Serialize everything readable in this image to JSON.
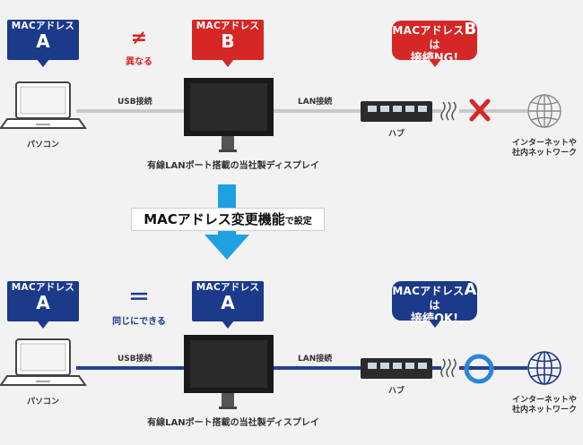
{
  "top": {
    "bubble_pc": {
      "line1": "MACアドレス",
      "line2": "A"
    },
    "neq_symbol": "≠",
    "neq_text": "異なる",
    "bubble_display": {
      "line1": "MACアドレス",
      "line2": "B"
    },
    "bubble_network": {
      "line1a": "MACアドレス",
      "line1b": "B",
      "line1c": "は",
      "line2": "接続NG!"
    },
    "usb_label": "USB接続",
    "lan_label": "LAN接続",
    "pc_label": "パソコン",
    "hub_label": "ハブ",
    "net_label_1": "インターネットや",
    "net_label_2": "社内ネットワーク",
    "display_caption": "有線LANポート搭載の当社製ディスプレイ"
  },
  "middle": {
    "label_main": "MACアドレス変更機能",
    "label_small": "で設定"
  },
  "bottom": {
    "bubble_pc": {
      "line1": "MACアドレス",
      "line2": "A"
    },
    "eq_symbol": "＝",
    "eq_text": "同じにできる",
    "bubble_display": {
      "line1": "MACアドレス",
      "line2": "A"
    },
    "bubble_network": {
      "line1a": "MACアドレス",
      "line1b": "A",
      "line1c": "は",
      "line2": "接続OK!"
    },
    "usb_label": "USB接続",
    "lan_label": "LAN接続",
    "pc_label": "パソコン",
    "hub_label": "ハブ",
    "net_label_1": "インターネットや",
    "net_label_2": "社内ネットワーク",
    "display_caption": "有線LANポート搭載の当社製ディスプレイ"
  },
  "colors": {
    "blue": "#1c3a8a",
    "red": "#d62727",
    "arrow": "#1fa0e0",
    "ok_ring": "#2a86d8",
    "line_blue": "#233f9a",
    "line_gray": "#c8c8c8"
  }
}
